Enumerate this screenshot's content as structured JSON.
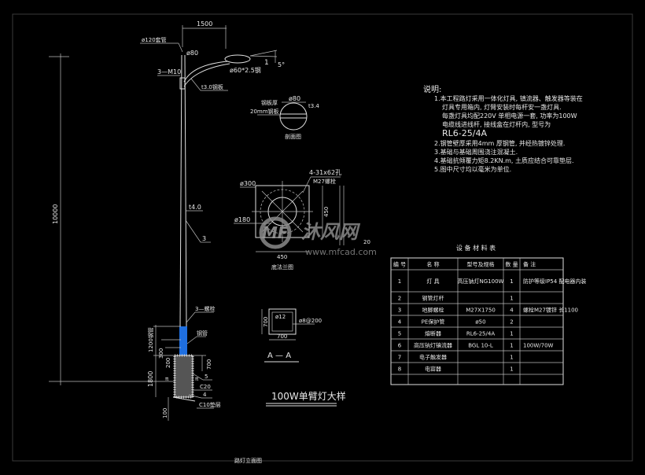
{
  "colors": {
    "background": "#000000",
    "lines": "#e0e0e0",
    "pole_buried": "#1f6fe0",
    "watermark": "#8a8a8a"
  },
  "elevation": {
    "height_dim": "10000",
    "arm_dim": "1500",
    "top_pipe": "ø120套管",
    "top_dia": "ø80",
    "arm_pipe": "ø60*2.5钢",
    "lamp_ref": "1",
    "tilt": "5°",
    "bolt_label": "3—M10",
    "arm_thick": "t3.0钢板",
    "pole_thick": "t4.0",
    "pole_ref": "3",
    "lower_bolt": "3—螺栓",
    "blue_label": "钢管",
    "dim_1200": "1200钢管",
    "dim_300": "300",
    "dim_200": "200",
    "dim_1800": "1800",
    "dim_100": "100",
    "dim_700": "700",
    "ref_5": "5",
    "c20": "C20",
    "ref_4": "4",
    "c10": "C10垫层",
    "ground_left": "π",
    "ground_right": "π",
    "caption": "路灯立面图"
  },
  "section_view": {
    "dia": "ø80",
    "thick": "t3.4",
    "note_line1": "钢板厚",
    "note_line2": "20mm钢板",
    "caption": "剖面图"
  },
  "base_plate": {
    "outer_dia": "ø300",
    "holes_line1": "4-31x62孔",
    "holes_line2": "M27螺栓",
    "inner_dia": "ø180",
    "dim_v": "450",
    "dim_h": "450",
    "dim_side": "20",
    "caption": "底法兰图"
  },
  "section_aa": {
    "dim_v": "700",
    "dim_h": "700",
    "rebar": "ø12",
    "stirrup": "ø8@200",
    "label": "A — A"
  },
  "drawing_title": "100W单臂灯大样",
  "notes": {
    "heading": "说明:",
    "lines": [
      "1.本工程路灯采用一体化灯具, 镇流器、触发器等装在",
      "灯具专用箱内, 灯臂安装时每杆安一盏灯具.",
      "每盏灯具均配220V 单相电源一套, 功率为100W",
      "电缆线进线杆, 接线盒在灯杆内, 型号为",
      "RL6-25/4A",
      "2.钢管壁厚采用4mm 厚钢管, 并经热镀锌处理.",
      "3.基础与基础周围浇注混凝土.",
      "4.基础抗倾覆力矩8.2KN.m, 土质应结合可靠垫层.",
      "5.图中尺寸均以毫米为单位."
    ]
  },
  "watermark": {
    "brand": "沐风网",
    "url": "www.mfcad.com",
    "logo": "MF"
  },
  "materials_table": {
    "title": "设 备 材 料 表",
    "headers": [
      "编 号",
      "名 称",
      "型号及规格",
      "数 量",
      "备 注"
    ],
    "rows": [
      [
        "1",
        "灯 具",
        "高压钠灯NG100W",
        "1",
        "防护等级IP54 配电器内装"
      ],
      [
        "2",
        "钢管灯杆",
        "",
        "1",
        ""
      ],
      [
        "3",
        "地脚螺栓",
        "M27X1750",
        "4",
        "螺栓M27镀锌 长1100"
      ],
      [
        "4",
        "PE保护管",
        "ø50",
        "2",
        ""
      ],
      [
        "5",
        "熔断器",
        "RL6-25/4A",
        "1",
        ""
      ],
      [
        "6",
        "高压钠灯镇流器",
        "BGL 10-L",
        "1",
        "100W/70W"
      ],
      [
        "7",
        "电子触发器",
        "",
        "1",
        ""
      ],
      [
        "8",
        "电容器",
        "",
        "1",
        ""
      ],
      [
        "",
        "",
        "",
        "",
        ""
      ]
    ]
  }
}
